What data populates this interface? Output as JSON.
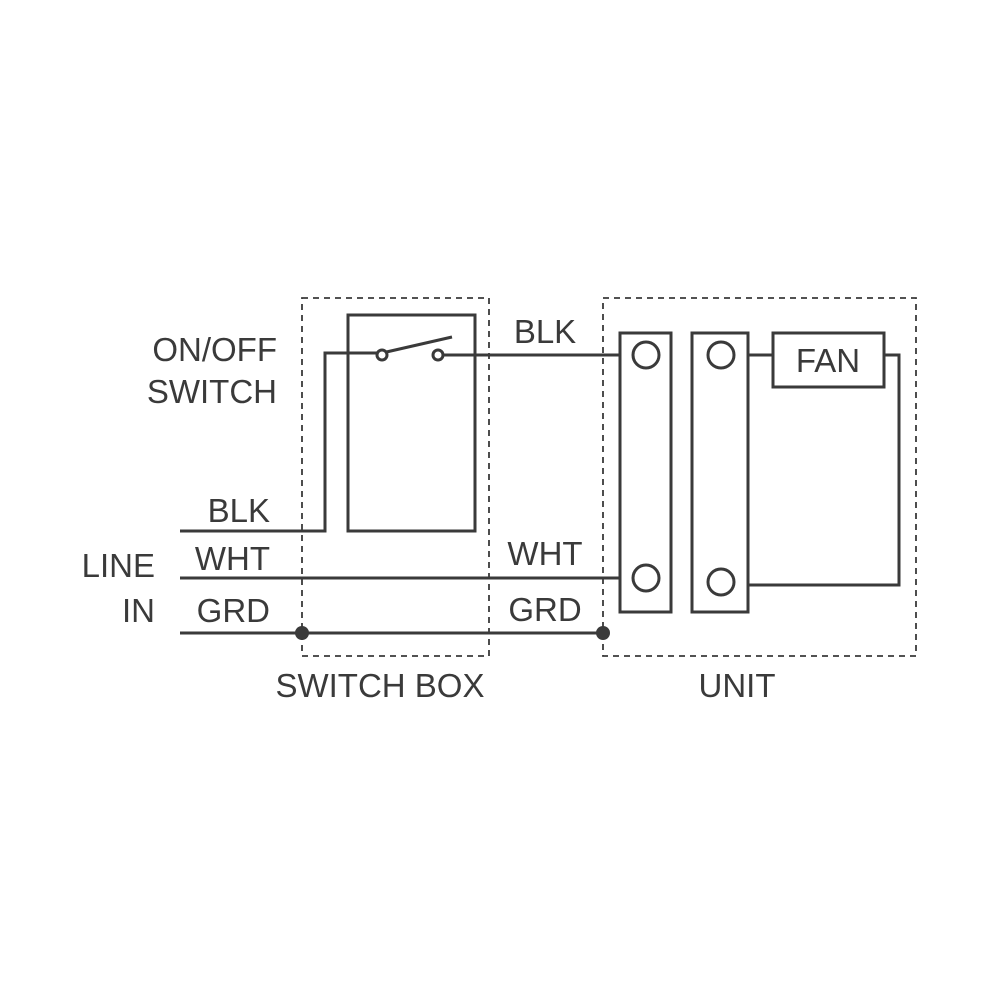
{
  "labels": {
    "switch_line1": "ON/OFF",
    "switch_line2": "SWITCH",
    "line_in_line1": "LINE",
    "line_in_line2": "IN",
    "wire_blk_in": "BLK",
    "wire_wht_in": "WHT",
    "wire_grd_in": "GRD",
    "wire_blk_out": "BLK",
    "wire_wht_out": "WHT",
    "wire_grd_out": "GRD",
    "fan": "FAN",
    "switch_box": "SWITCH BOX",
    "unit": "UNIT"
  },
  "colors": {
    "ink": "#3a3a3a",
    "background": "#ffffff"
  }
}
